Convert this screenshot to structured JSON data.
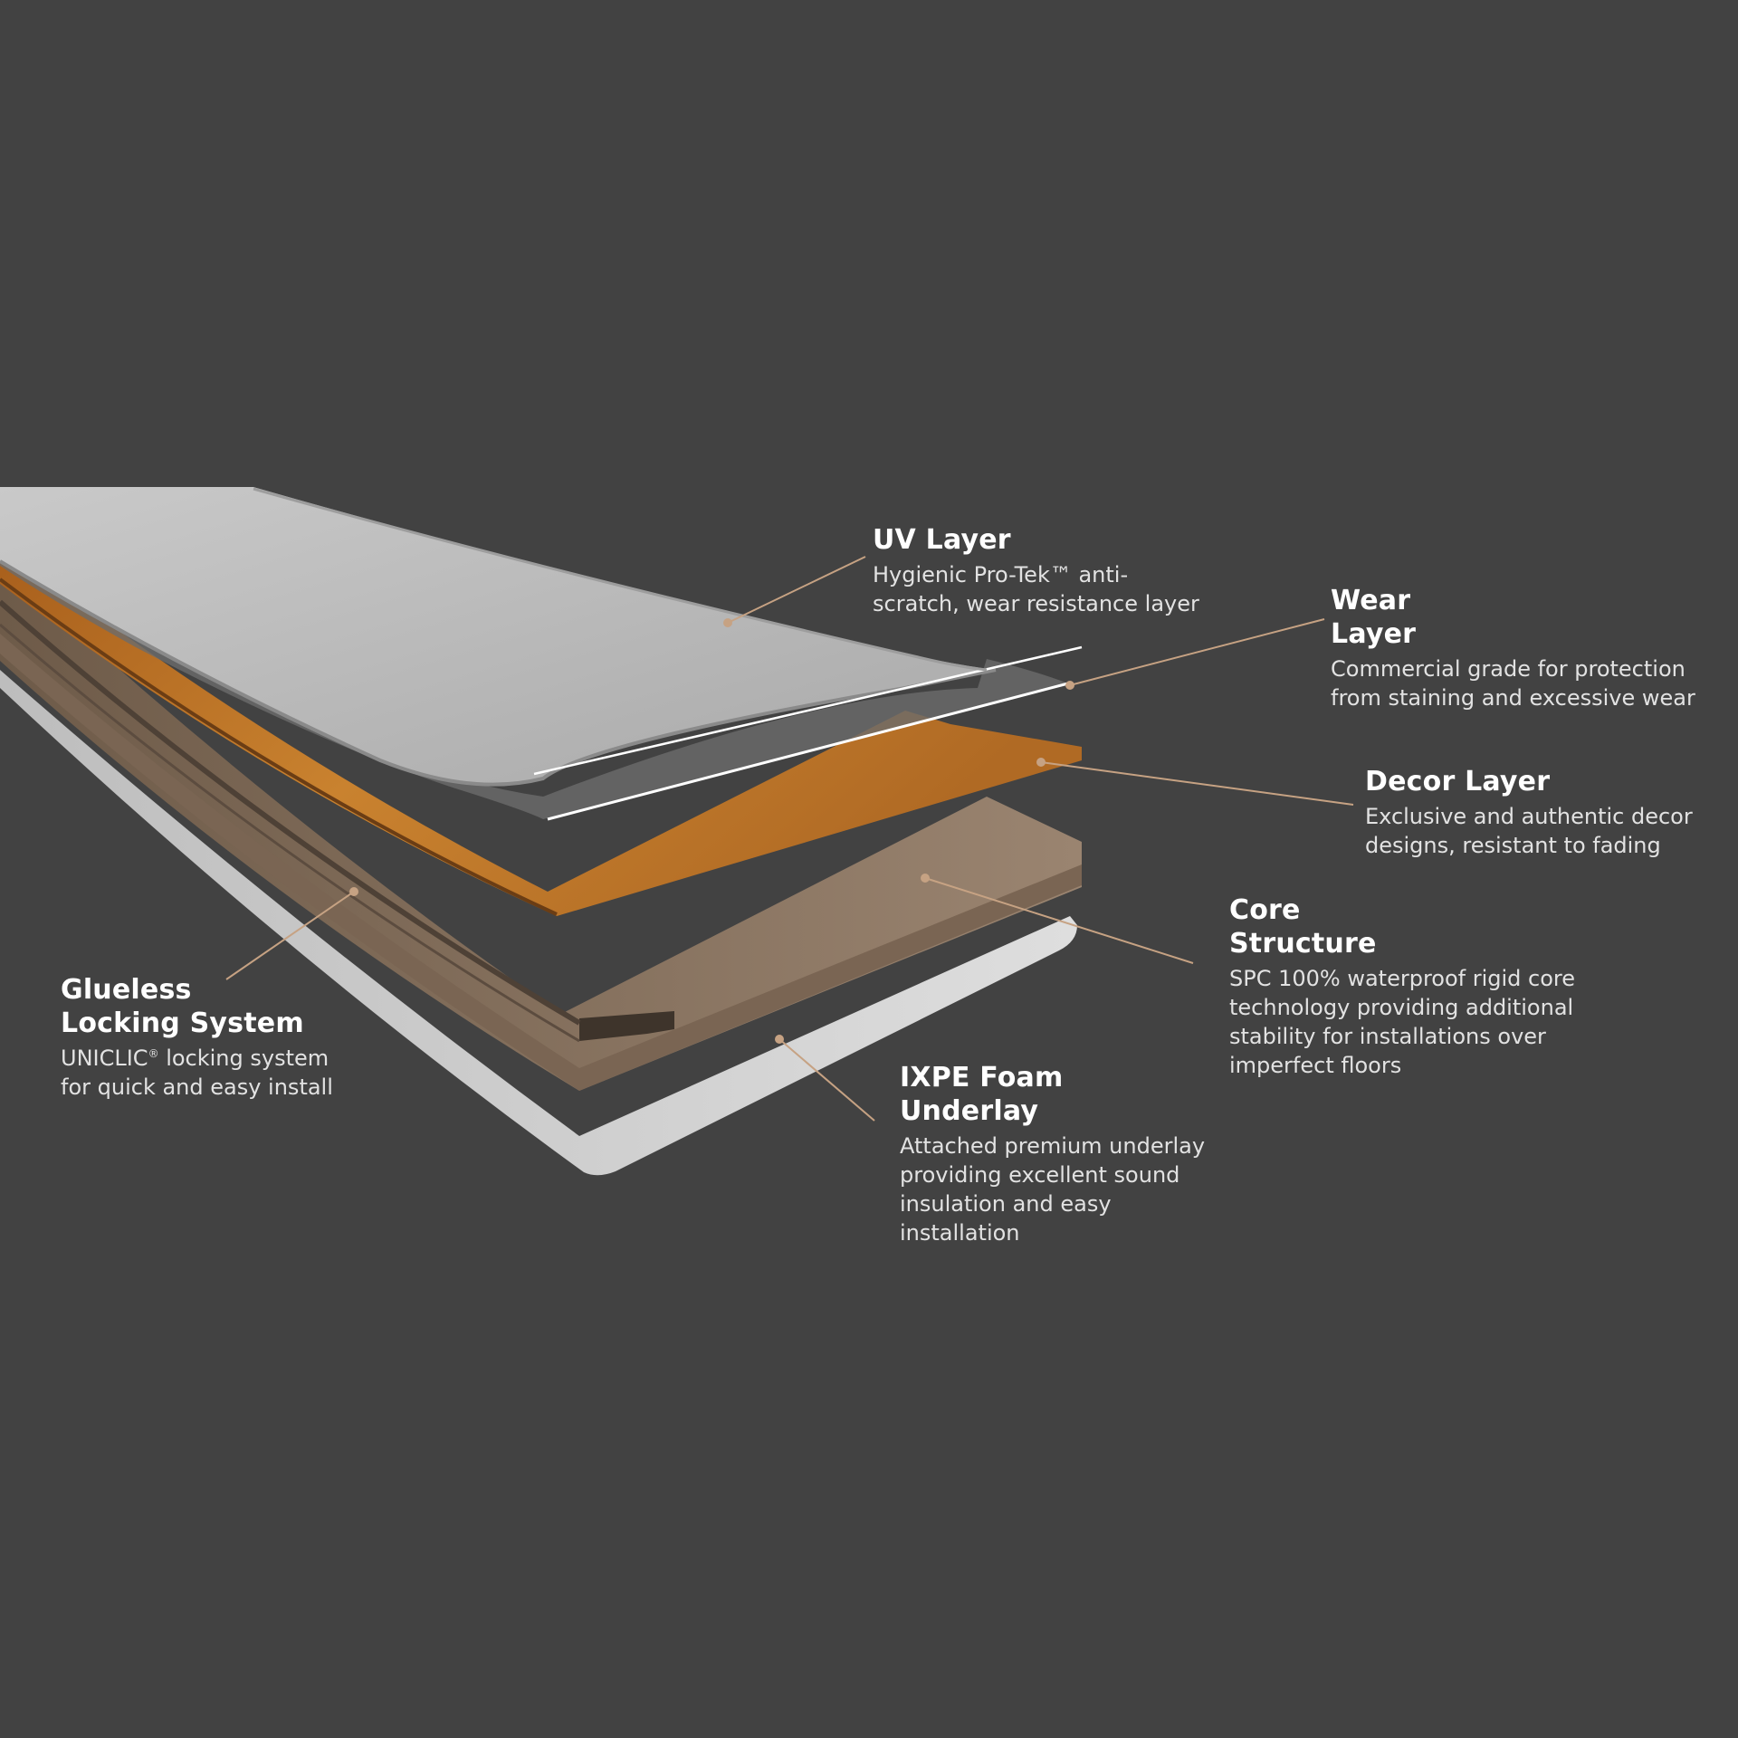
{
  "colors": {
    "background": "#424242",
    "leader_line": "#c6a283",
    "uv_layer": "#b8b8b8",
    "decor_layer": "#c27a2c",
    "core_layer": "#8a7461",
    "foam_layer": "#d2d2d2"
  },
  "layers": {
    "uv": {
      "title": "UV Layer",
      "desc_lines": [
        "Hygienic Pro-Tek™ anti-",
        "scratch, wear resistance layer"
      ]
    },
    "wear": {
      "title_lines": [
        "Wear",
        "Layer"
      ],
      "desc_lines": [
        "Commercial grade for protection",
        "from staining and excessive wear"
      ]
    },
    "decor": {
      "title": "Decor Layer",
      "desc_lines": [
        "Exclusive and authentic decor",
        "designs, resistant to fading"
      ]
    },
    "core": {
      "title_lines": [
        "Core",
        "Structure"
      ],
      "desc_lines": [
        "SPC 100% waterproof rigid core",
        "technology providing additional",
        "stability for installations over",
        "imperfect floors"
      ]
    },
    "foam": {
      "title_lines": [
        "IXPE Foam",
        "Underlay"
      ],
      "desc_lines": [
        "Attached premium underlay",
        "providing excellent sound",
        "insulation and easy",
        "installation"
      ]
    },
    "locking": {
      "title_lines": [
        "Glueless",
        "Locking System"
      ],
      "desc_brand": "UNICLIC",
      "desc_mark": "®",
      "desc_rest": " locking system",
      "desc_line2": "for quick and easy install"
    }
  }
}
